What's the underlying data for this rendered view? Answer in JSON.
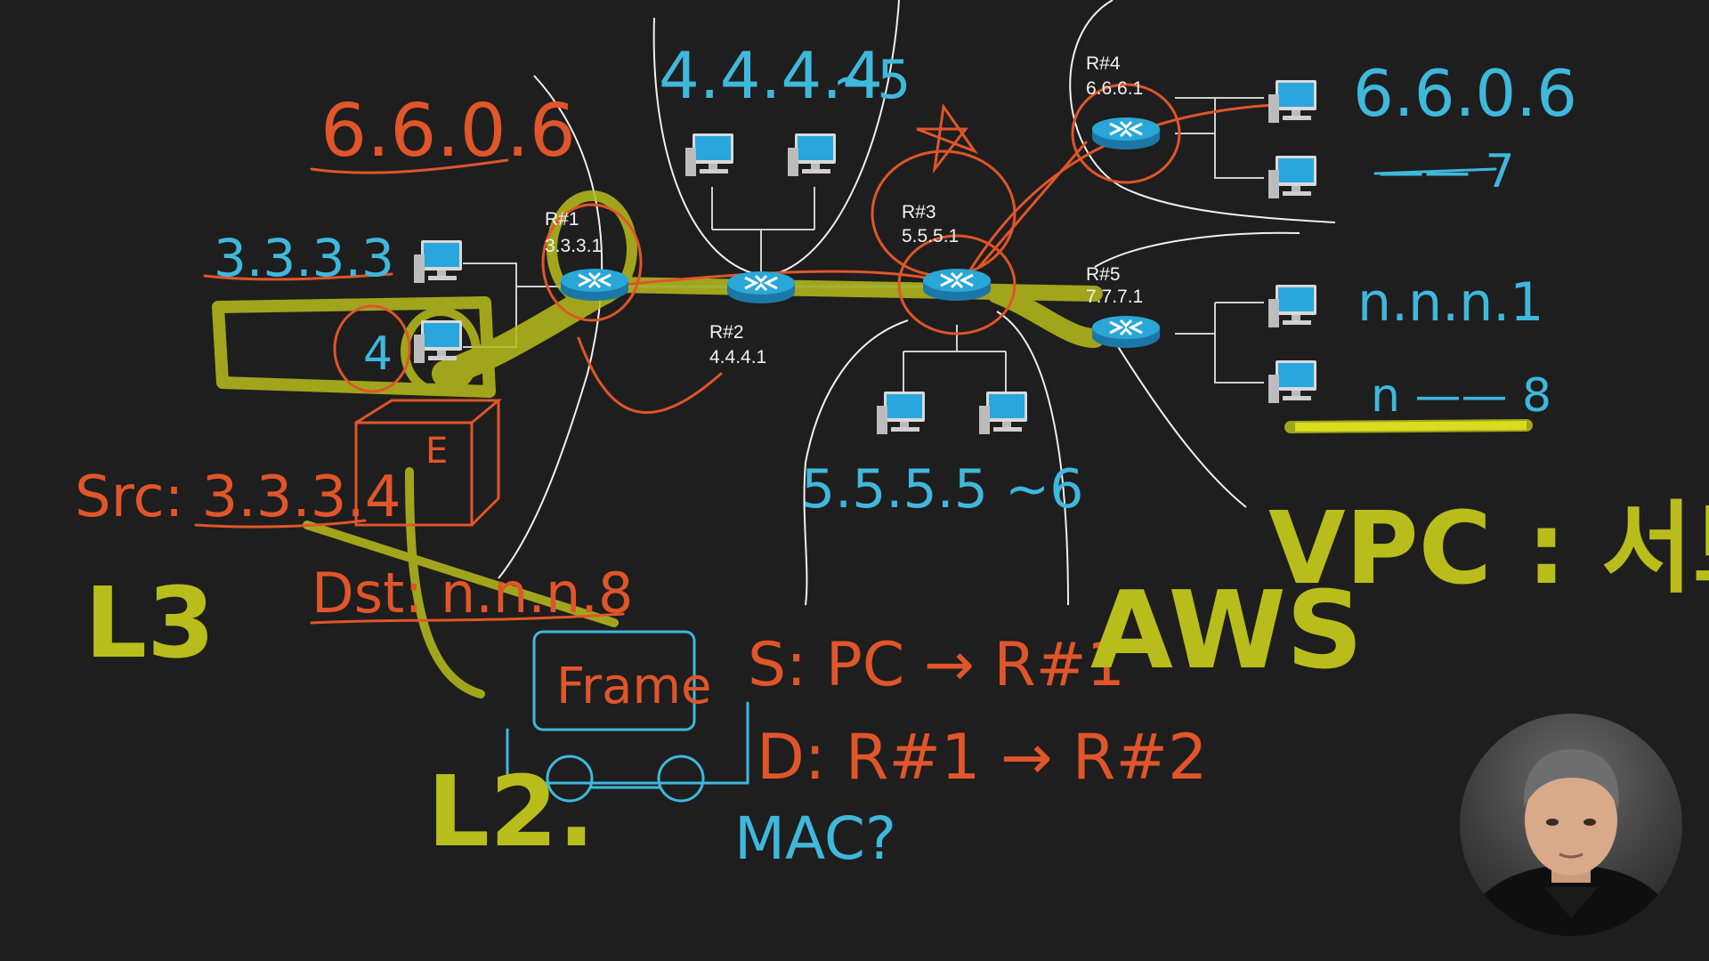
{
  "colors": {
    "background": "#1e1e1e",
    "cyan": "#3fb8dc",
    "orange": "#e0552a",
    "yellow": "#b9bd1c",
    "white": "#f2f2f2",
    "router": "#2aa7d6"
  },
  "routers": [
    {
      "id": "r1",
      "name": "R#1",
      "ip": "3.3.3.1"
    },
    {
      "id": "r2",
      "name": "R#2",
      "ip": "4.4.4.1"
    },
    {
      "id": "r3",
      "name": "R#3",
      "ip": "5.5.5.1"
    },
    {
      "id": "r4",
      "name": "R#4",
      "ip": "6.6.6.1"
    },
    {
      "id": "r5",
      "name": "R#5",
      "ip": "7.7.7.1"
    }
  ],
  "handwriting": {
    "net_3333": "3.3.3.3",
    "host_4": "4",
    "net_6606_orange": "6.6.0.6",
    "net_4444": "4.4.4.4",
    "tilde_5": "~5",
    "net_5555": "5.5.5.5 ~6",
    "net_6606_cyan": "6.6.0.6",
    "dash_7": "—— 7",
    "net_nnn1": "n.n.n.1",
    "dash_8": "n —— 8",
    "src": "Src: 3.3.3.4",
    "dst": "Dst: n.n.n.8",
    "l3": "L3",
    "l2": "L2.",
    "frame": "Frame",
    "s_line": "S: PC → R#1",
    "d_line": "D: R#1 → R#2",
    "mac": "MAC?",
    "aws": "AWS",
    "vpc": "VPC : 서브넷",
    "box_letter": "E"
  },
  "icons": [
    "router-icon",
    "pc-icon",
    "webcam-person"
  ]
}
